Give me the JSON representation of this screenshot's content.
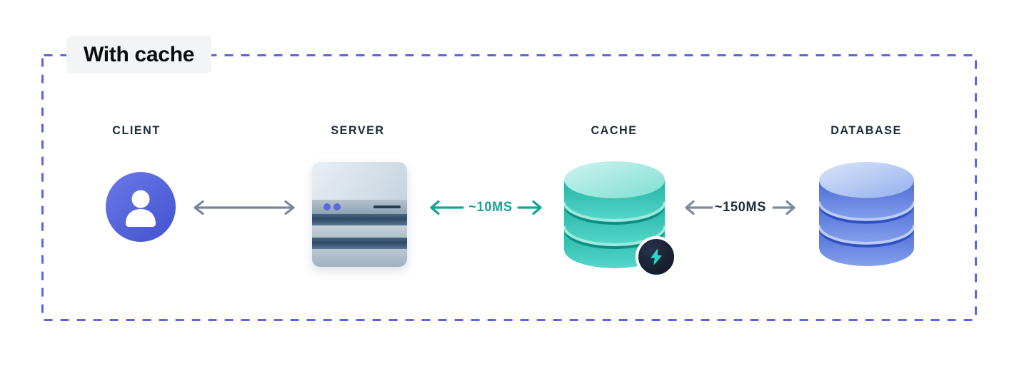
{
  "diagram": {
    "title": "With cache",
    "nodes": [
      {
        "id": "client",
        "label": "CLIENT",
        "icon": "user-avatar-icon"
      },
      {
        "id": "server",
        "label": "SERVER",
        "icon": "server-icon"
      },
      {
        "id": "cache",
        "label": "CACHE",
        "icon": "cache-cylinder-icon",
        "badge": "lightning-icon"
      },
      {
        "id": "database",
        "label": "DATABASE",
        "icon": "database-cylinder-icon"
      }
    ],
    "connections": [
      {
        "from": "CLIENT",
        "to": "SERVER",
        "arrow": "double",
        "color": "#76879B"
      },
      {
        "from": "SERVER",
        "to": "CACHE",
        "arrow": "double",
        "latency": "~10MS",
        "color": "#16A396"
      },
      {
        "from": "CACHE",
        "to": "DATABASE",
        "arrow": "double",
        "latency": "~150MS",
        "color": "#7A8AA0",
        "text_color": "#1C2B3D"
      }
    ],
    "colors": {
      "frame_dash": "#5A66E0",
      "title_bg": "#F3F4F6",
      "title_text": "#0B0C0E",
      "node_label_text": "#1B2A3A",
      "client_accent": "#5765DC",
      "server_dark_band": "#2E4A64",
      "cache_teal": "#2BBFB0",
      "cache_groove": "#0F8D83",
      "database_blue": "#5B7DE0",
      "database_groove": "#3050BF",
      "badge_bg": "#141C2A",
      "badge_bolt": "#2BD9C7",
      "arrow_gray": "#76879B",
      "latency_fast_text": "#16A396",
      "latency_slow_text": "#1C2B3D"
    }
  }
}
